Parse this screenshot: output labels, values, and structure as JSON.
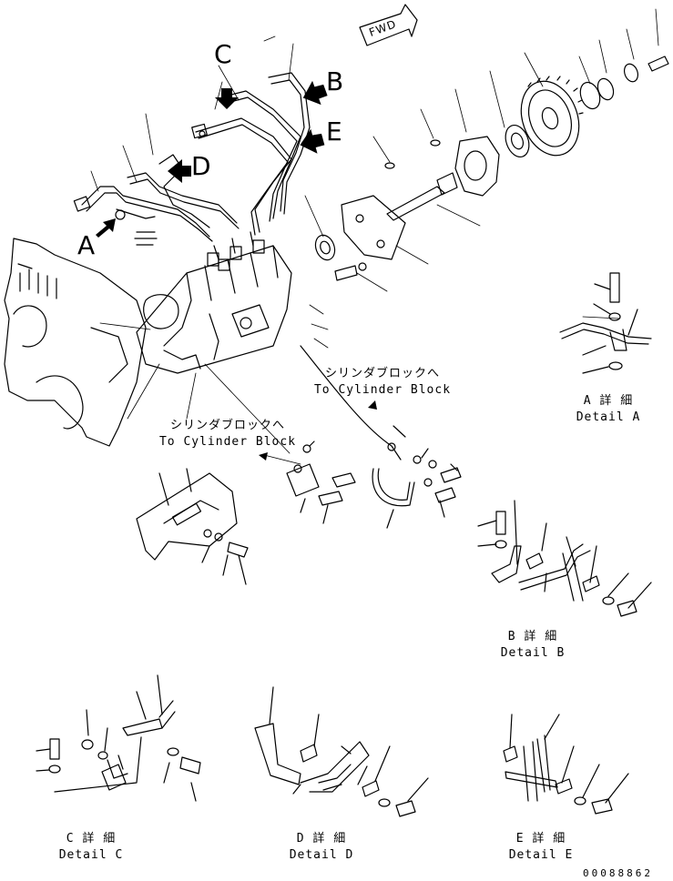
{
  "view_letters": {
    "a": "A",
    "b": "B",
    "c": "C",
    "d": "D",
    "e": "E"
  },
  "fwd": "FWD",
  "to_block_1": {
    "jp": "シリンダブロックへ",
    "en": "To Cylinder Block"
  },
  "to_block_2": {
    "jp": "シリンダブロックへ",
    "en": "To Cylinder Block"
  },
  "detail_a": {
    "jp": "A 詳 細",
    "en": "Detail A"
  },
  "detail_b": {
    "jp": "B 詳 細",
    "en": "Detail B"
  },
  "detail_c": {
    "jp": "C 詳 細",
    "en": "Detail C"
  },
  "detail_d": {
    "jp": "D 詳 細",
    "en": "Detail D"
  },
  "detail_e": {
    "jp": "E 詳 細",
    "en": "Detail E"
  },
  "doc_number": "00088862",
  "colors": {
    "line": "#000000",
    "background": "#ffffff"
  }
}
